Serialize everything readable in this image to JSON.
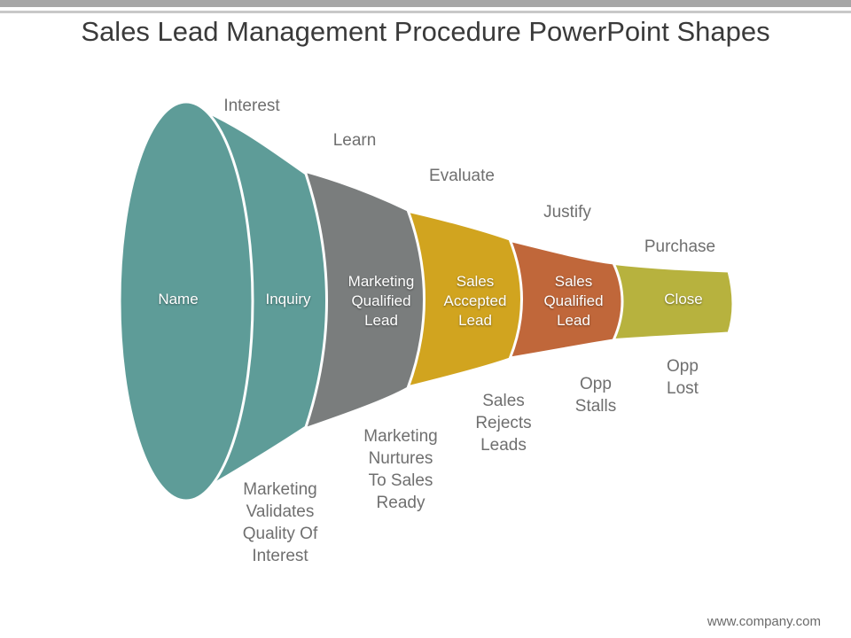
{
  "title": "Sales Lead Management Procedure PowerPoint Shapes",
  "stages": [
    {
      "label": "Name",
      "color": "#5e9c98"
    },
    {
      "label": "Inquiry",
      "color": "#5e9c98"
    },
    {
      "label": "Marketing\nQualified\nLead",
      "color": "#7a7d7d"
    },
    {
      "label": "Sales\nAccepted\nLead",
      "color": "#d1a41f"
    },
    {
      "label": "Sales\nQualified\nLead",
      "color": "#c0673a"
    },
    {
      "label": "Close",
      "color": "#b7b23e"
    }
  ],
  "top_labels": [
    "Interest",
    "Learn",
    "Evaluate",
    "Justify",
    "Purchase"
  ],
  "bottom_labels": [
    "Marketing\nValidates\nQuality Of\nInterest",
    "Marketing\nNurtures\nTo Sales\nReady",
    "Sales\nRejects\nLeads",
    "Opp\nStalls",
    "Opp\nLost"
  ],
  "footer": "www.company.com"
}
